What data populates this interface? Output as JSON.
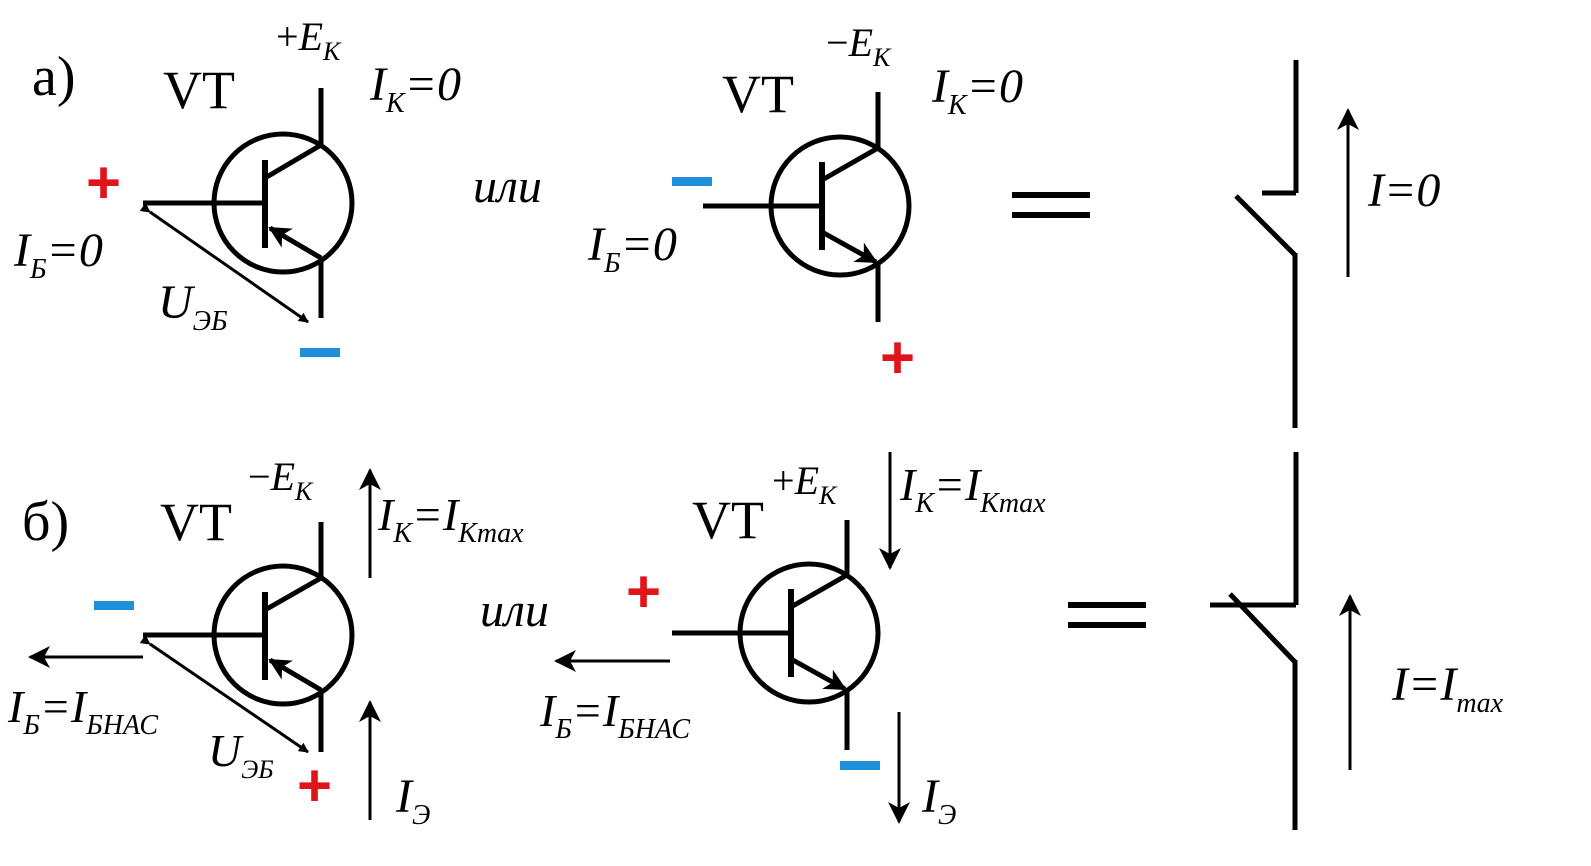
{
  "colors": {
    "plus": "#e0141b",
    "minus": "#1e8fd8",
    "line": "#000000"
  },
  "row_a": {
    "label": "а)",
    "left": {
      "vt": "VT",
      "supply_sign": "+",
      "supply_E": "E",
      "supply_sub": "К",
      "ik": "I",
      "ik_sub": "К",
      "ik_val": "=0",
      "ib": "I",
      "ib_sub": "Б",
      "ib_val": "=0",
      "u": "U",
      "u_sub": "ЭБ",
      "plus_sign": "+",
      "minus_sign": "−"
    },
    "or": "или",
    "right": {
      "vt": "VT",
      "supply_sign": "−",
      "supply_E": "E",
      "supply_sub": "К",
      "ik": "I",
      "ik_sub": "К",
      "ik_val": "=0",
      "ib": "I",
      "ib_sub": "Б",
      "ib_val": "=0",
      "plus_sign": "+",
      "minus_sign": "−"
    },
    "eq": "=",
    "switch_current": "I=0"
  },
  "row_b": {
    "label": "б)",
    "left": {
      "vt": "VT",
      "supply_sign": "−",
      "supply_E": "E",
      "supply_sub": "К",
      "ik": "I",
      "ik_sub": "К",
      "ik_eq": "=I",
      "ik_val_sub": "Кmax",
      "ib": "I",
      "ib_sub": "Б",
      "ib_eq": "=I",
      "ib_val_sub": "БНАС",
      "u": "U",
      "u_sub": "ЭБ",
      "ie": "I",
      "ie_sub": "Э",
      "plus_sign": "+",
      "minus_sign": "−"
    },
    "or": "или",
    "right": {
      "vt": "VT",
      "supply_sign": "+",
      "supply_E": "E",
      "supply_sub": "К",
      "ik": "I",
      "ik_sub": "К",
      "ik_eq": "=I",
      "ik_val_sub": "Кmax",
      "ib": "I",
      "ib_sub": "Б",
      "ib_eq": "=I",
      "ib_val_sub": "БНАС",
      "ie": "I",
      "ie_sub": "Э",
      "plus_sign": "+",
      "minus_sign": "−"
    },
    "eq": "=",
    "switch_current": "I=I",
    "switch_current_sub": "max"
  }
}
